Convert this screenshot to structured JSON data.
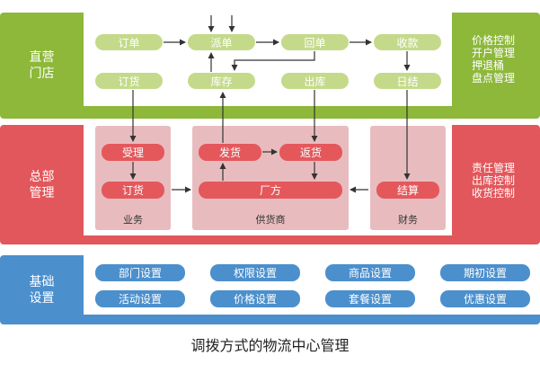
{
  "colors": {
    "green": "#8db83a",
    "green_pill": "#c4da8a",
    "red": "#e2575b",
    "red_panel": "#e8bcbf",
    "blue": "#4b8fcd",
    "arrow": "#333333"
  },
  "store": {
    "label": "直营\n门店",
    "row1": [
      "订单",
      "派单",
      "回单",
      "收款"
    ],
    "row2": [
      "订货",
      "库存",
      "出库",
      "日结"
    ],
    "side": [
      "价格控制",
      "开户管理",
      "押退桶",
      "盘点管理"
    ]
  },
  "hq": {
    "label": "总部\n管理",
    "business": {
      "items": [
        "受理",
        "订货"
      ],
      "label": "业务"
    },
    "supplier": {
      "items": [
        "发货",
        "返货",
        "厂方"
      ],
      "label": "供货商"
    },
    "finance": {
      "items": [
        "结算"
      ],
      "label": "财务"
    },
    "side": [
      "责任管理",
      "出库控制",
      "收货控制"
    ]
  },
  "basic": {
    "label": "基础\n设置",
    "row1": [
      "部门设置",
      "权限设置",
      "商品设置",
      "期初设置"
    ],
    "row2": [
      "活动设置",
      "价格设置",
      "套餐设置",
      "优惠设置"
    ]
  },
  "caption": "调拨方式的物流中心管理"
}
